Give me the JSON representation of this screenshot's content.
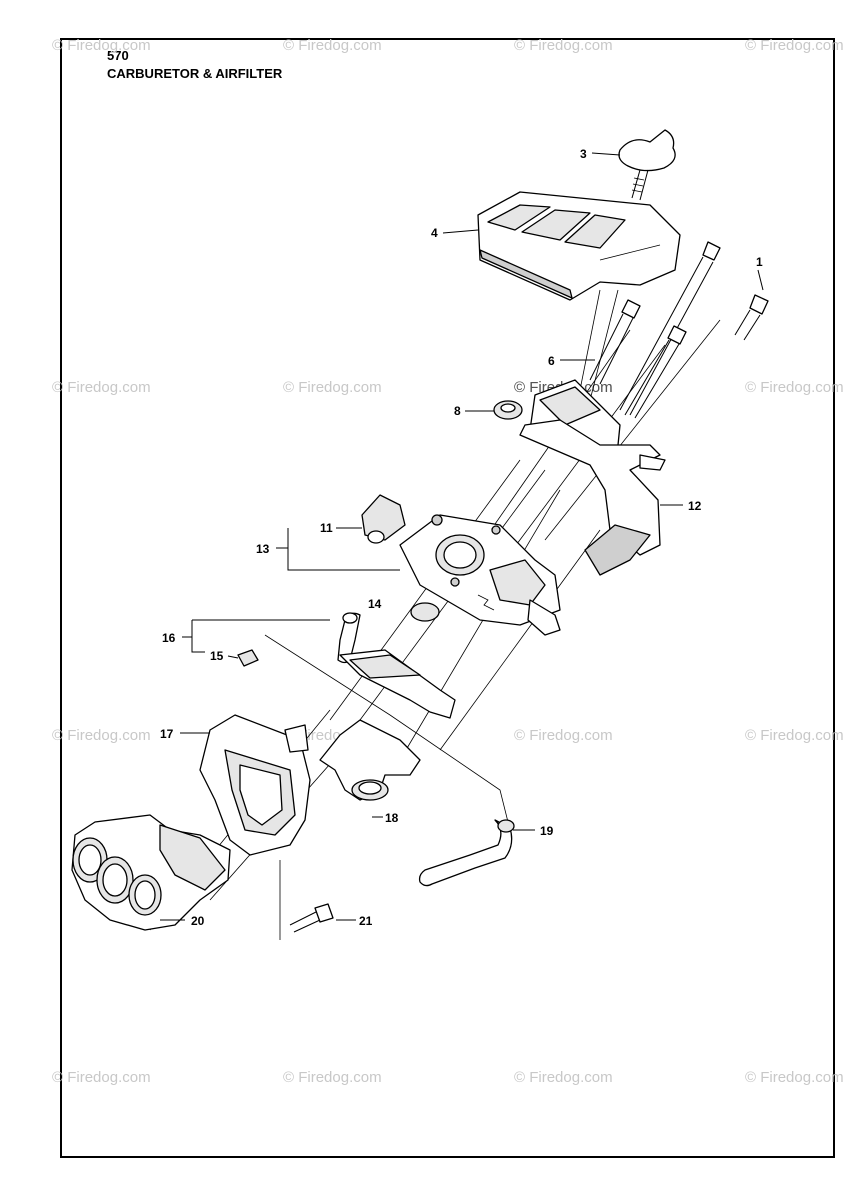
{
  "header": {
    "page_number": "570",
    "title": "CARBURETOR & AIRFILTER"
  },
  "watermarks": [
    "© Firedog.com",
    "© Firedog.com",
    "© Firedog.com",
    "© Firedog.com",
    "© Firedog.com",
    "© Firedog.com",
    "© Firedog.com",
    "© Firedog.com",
    "© Firedog.com",
    "© Firedog.com",
    "© Firedog.com",
    "© Firedog.com",
    "© Firedog.com",
    "© Firedog.com",
    "© Firedog.com",
    "© Firedog.com",
    "© Firedog.com"
  ],
  "callouts": {
    "c1": "1",
    "c3": "3",
    "c4": "4",
    "c6": "6",
    "c8": "8",
    "c11": "11",
    "c12": "12",
    "c13": "13",
    "c14": "14",
    "c15": "15",
    "c16": "16",
    "c17": "17",
    "c18": "18",
    "c19": "19",
    "c20": "20",
    "c21": "21"
  }
}
